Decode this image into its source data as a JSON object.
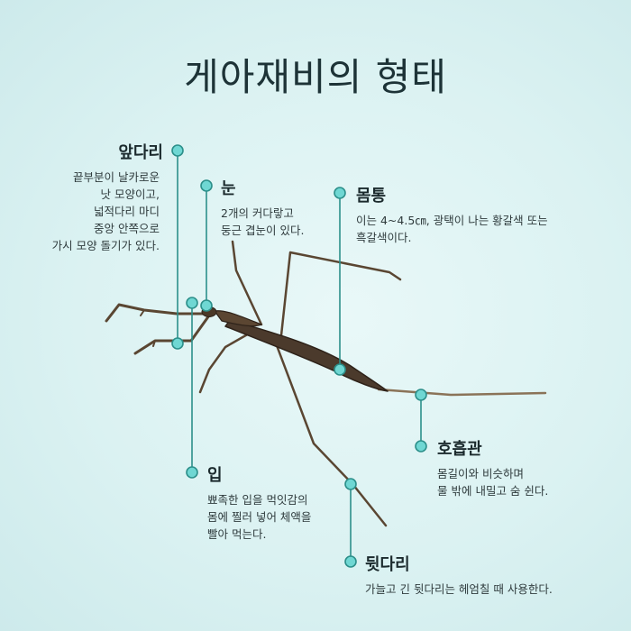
{
  "title": "게아재비의 형태",
  "parts": {
    "forelegs": {
      "label": "앞다리",
      "desc": "끝부분이 날카로운\n낫 모양이고,\n넓적다리 마디\n중앙 안쪽으로\n가시 모양 돌기가 있다."
    },
    "eyes": {
      "label": "눈",
      "desc": "2개의 커다랗고\n둥근 겹눈이 있다."
    },
    "body": {
      "label": "몸통",
      "desc": "이는 4~4.5㎝, 광택이 나는 황갈색 또는\n흑갈색이다."
    },
    "siphon": {
      "label": "호흡관",
      "desc": "몸길이와 비슷하며\n물 밖에 내밀고 숨 쉰다."
    },
    "mouth": {
      "label": "입",
      "desc": "뾰족한 입을 먹잇감의\n몸에 찔러 넣어 체액을\n빨아 먹는다."
    },
    "hindlegs": {
      "label": "뒷다리",
      "desc": "가늘고 긴 뒷다리는 헤엄칠 때 사용한다."
    }
  },
  "colors": {
    "accent": "#6fd7d3",
    "leader": "#2c8f8a",
    "background": "#dcf3f3",
    "insect": "#4b3a2c"
  }
}
